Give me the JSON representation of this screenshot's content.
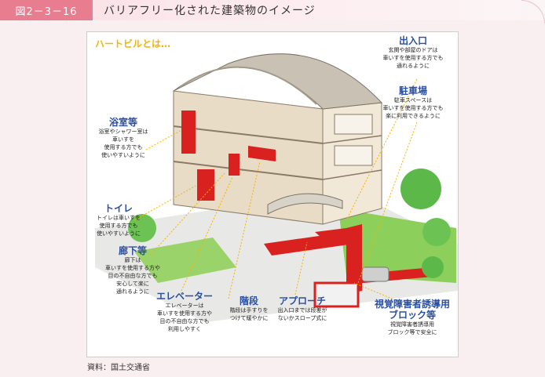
{
  "header": {
    "figure_label": "図2－3－16",
    "title": "バリアフリー化された建築物のイメージ"
  },
  "diagram": {
    "heading": "ハートビルとは…",
    "labels": {
      "entrance": {
        "title": "出入口",
        "desc": "玄関や部屋のドアは\n車いすを使用する方でも\n通れるように"
      },
      "parking": {
        "title": "駐車場",
        "desc": "駐車スペースは\n車いすを使用する方でも\n楽に利用できるように"
      },
      "bathroom": {
        "title": "浴室等",
        "desc": "浴室やシャワー室は\n車いすを\n使用する方でも\n使いやすいように"
      },
      "toilet": {
        "title": "トイレ",
        "desc": "トイレは車いすを\n使用する方でも\n使いやすいように"
      },
      "corridor": {
        "title": "廊下等",
        "desc": "廊下は\n車いすを使用する方や\n目の不自由な方でも\n安心して楽に\n通れるように"
      },
      "elevator": {
        "title": "エレベーター",
        "desc": "エレベーターは\n車いすを使用する方や\n目の不自由な方でも\n利用しやすく"
      },
      "stairs": {
        "title": "階段",
        "desc": "階段は手すりを\nつけて緩やかに"
      },
      "approach": {
        "title": "アプローチ",
        "desc": "出入口までは段差が\nないかスロープ式に"
      },
      "tactile": {
        "title": "視覚障害者誘導用\nブロック等",
        "desc": "視覚障害者誘導用\nブロック等で安全に"
      }
    }
  },
  "source": "資料：国土交通省",
  "colors": {
    "header_label_bg": "#e77d8f",
    "label_title": "#2a4fa0",
    "heading": "#f6b400",
    "accessible_red": "#d9211f"
  }
}
